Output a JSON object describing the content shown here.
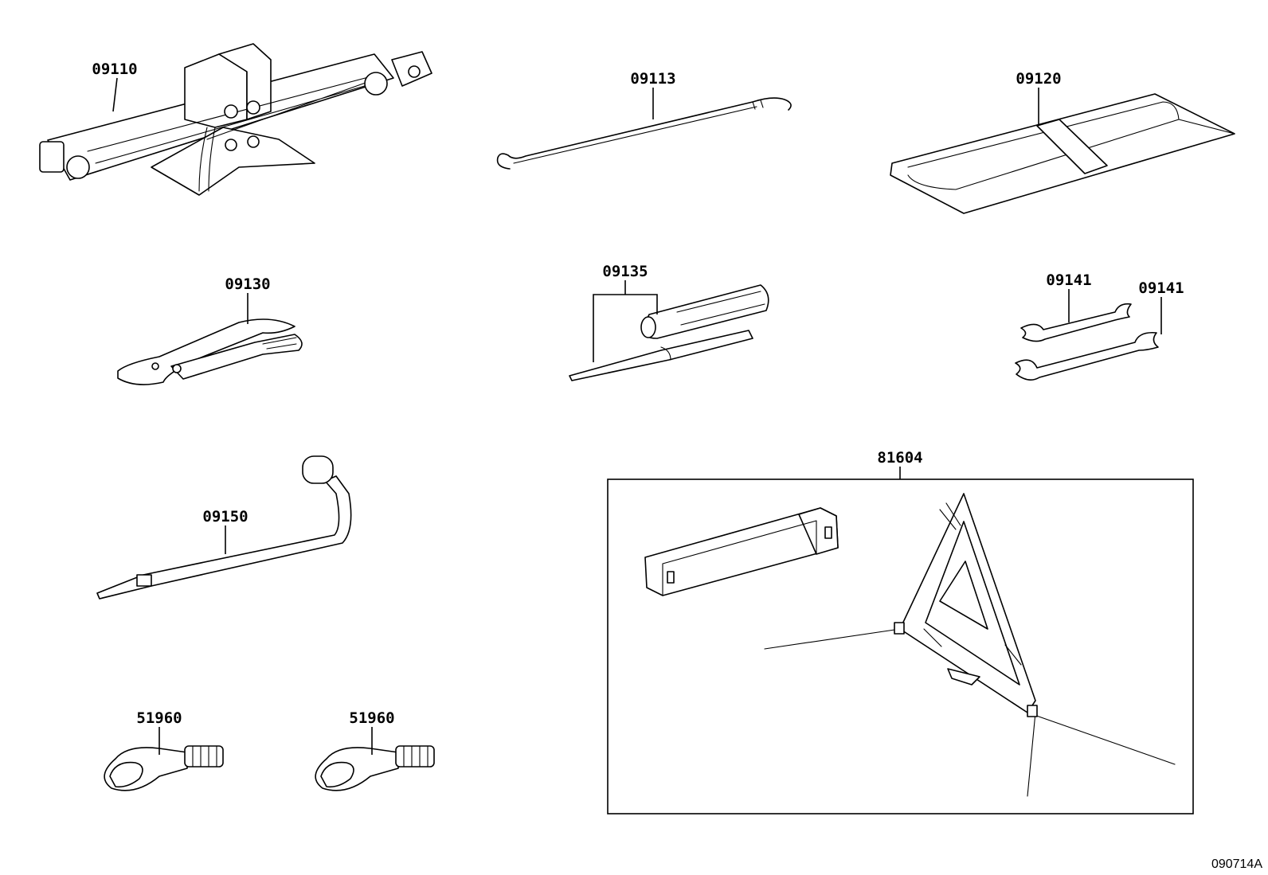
{
  "diagram": {
    "reference_code": "090714A",
    "parts": [
      {
        "key": "jack",
        "part_number": "09110"
      },
      {
        "key": "jack-handle",
        "part_number": "09113"
      },
      {
        "key": "tool-bag",
        "part_number": "09120"
      },
      {
        "key": "pliers",
        "part_number": "09130"
      },
      {
        "key": "screwdriver",
        "part_number": "09135"
      },
      {
        "key": "wrench-upper",
        "part_number": "09141"
      },
      {
        "key": "wrench-lower",
        "part_number": "09141"
      },
      {
        "key": "wheel-nut-wrench",
        "part_number": "09150"
      },
      {
        "key": "towing-eye-left",
        "part_number": "51960"
      },
      {
        "key": "towing-eye-right",
        "part_number": "51960"
      },
      {
        "key": "warning-triangle-set",
        "part_number": "81604"
      }
    ]
  }
}
